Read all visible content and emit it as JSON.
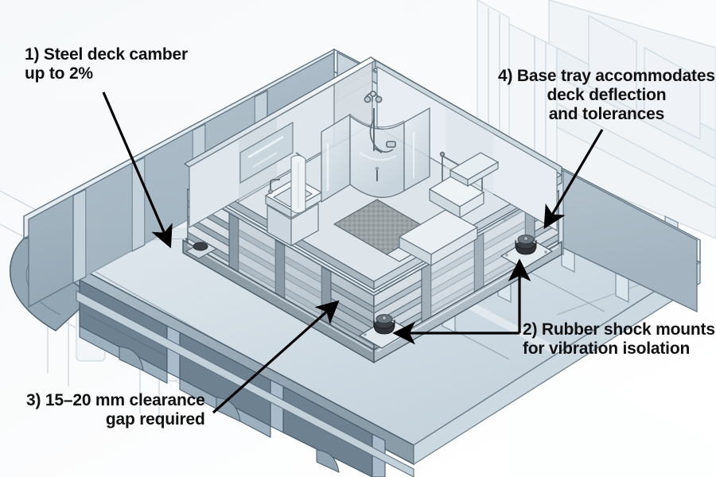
{
  "figure": {
    "subject": "Prefabricated marine bathroom module mounted on ship steel deck",
    "view": "isometric cutaway",
    "background_color": "#ffffff",
    "callout_text_color": "#111112",
    "leader_line_color": "#000000",
    "palette": {
      "deck_plate_light": "#dbe4ea",
      "deck_plate_mid": "#b9c9d4",
      "hull_shadow": "#5d707e",
      "module_panel_light": "#e8edf1",
      "module_panel_mid": "#b5c0c8",
      "module_panel_dark": "#7d8c97",
      "frame_steel": "#8d9aa4",
      "rubber_mount": "#2f3338",
      "ghost_background": "#e9eff3",
      "glass_tint": "#d6e0e7",
      "shower_floor": "#9aa2a6"
    }
  },
  "callouts": [
    {
      "id": "1",
      "text": "1) Steel deck camber\n     up to 2%",
      "target": "deck surface camber",
      "leader": "single straight diagonal arrow pointing down-right"
    },
    {
      "id": "2",
      "text": "2) Rubber shock mounts\n    for vibration isolation",
      "target": "rubber anti-vibration mounts under module base frame",
      "leader": "branched leader, horizontal run with vertical branch, two arrowheads"
    },
    {
      "id": "3",
      "text": "3) 15–20 mm clearance\ngap required",
      "target": "clearance gap between module base tray and deck",
      "leader": "single straight diagonal arrow pointing up-right"
    },
    {
      "id": "4",
      "text": "4) Base tray accommodates\ndeck deflection\nand tolerances",
      "target": "module base tray / support channel",
      "leader": "single straight diagonal arrow pointing down-left"
    }
  ],
  "module_contents": [
    {
      "name": "shower-enclosure",
      "detail": "quadrant glass shower cubicle with curved sliding doors"
    },
    {
      "name": "shower-head",
      "detail": "hand shower on vertical slide rail"
    },
    {
      "name": "towel-rail",
      "detail": "wall mounted towel bar with hanging towel"
    },
    {
      "name": "wash-basin",
      "detail": "rectangular sink with single-lever mixer tap"
    },
    {
      "name": "mirror",
      "detail": "rectangular wall mirror above the basin"
    },
    {
      "name": "toilet",
      "detail": "wall mounted toilet with shelf"
    },
    {
      "name": "shower-tray-floor",
      "detail": "textured non-slip shower floor"
    },
    {
      "name": "base-frame",
      "detail": "steel channel base tray with vertical stiffeners"
    }
  ],
  "deck_structure": [
    {
      "name": "deck-plate",
      "detail": "cambered steel deck plate, cut away"
    },
    {
      "name": "deck-stiffeners",
      "detail": "longitudinal under-deck girders and brackets"
    },
    {
      "name": "bulwark-coaming",
      "detail": "vertical coaming with spaced stiffener angles"
    },
    {
      "name": "ghost-piping",
      "detail": "faint background piping and machinery outlines"
    }
  ]
}
